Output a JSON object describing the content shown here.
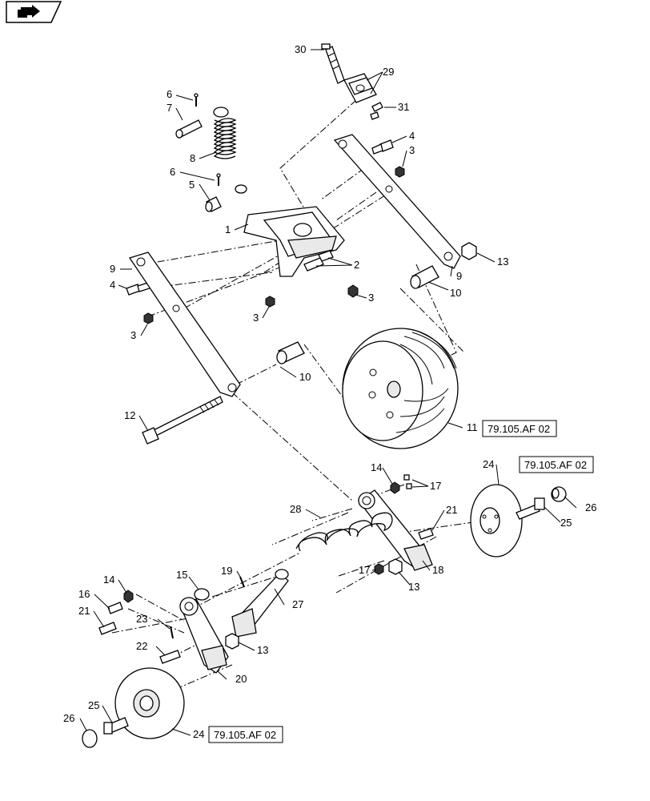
{
  "nav_icon": "next-page-arrow-icon",
  "callouts": {
    "c1": "1",
    "c2": "2",
    "c3a": "3",
    "c3b": "3",
    "c3c": "3",
    "c3d": "3",
    "c4a": "4",
    "c4b": "4",
    "c5": "5",
    "c6a": "6",
    "c6b": "6",
    "c7": "7",
    "c8": "8",
    "c9a": "9",
    "c9b": "9",
    "c10a": "10",
    "c10b": "10",
    "c11": "11",
    "c12": "12",
    "c13a": "13",
    "c13b": "13",
    "c13c": "13",
    "c14a": "14",
    "c14b": "14",
    "c15": "15",
    "c16": "16",
    "c17a": "17",
    "c17b": "17",
    "c18": "18",
    "c19": "19",
    "c20": "20",
    "c21a": "21",
    "c21b": "21",
    "c22": "22",
    "c23": "23",
    "c24a": "24",
    "c24b": "24",
    "c25a": "25",
    "c25b": "25",
    "c26a": "26",
    "c26b": "26",
    "c27": "27",
    "c28": "28",
    "c29": "29",
    "c30": "30",
    "c31": "31"
  },
  "references": {
    "ref_wheel": "79.105.AF 02",
    "ref_disc_right": "79.105.AF 02",
    "ref_disc_bottom": "79.105.AF 02"
  }
}
